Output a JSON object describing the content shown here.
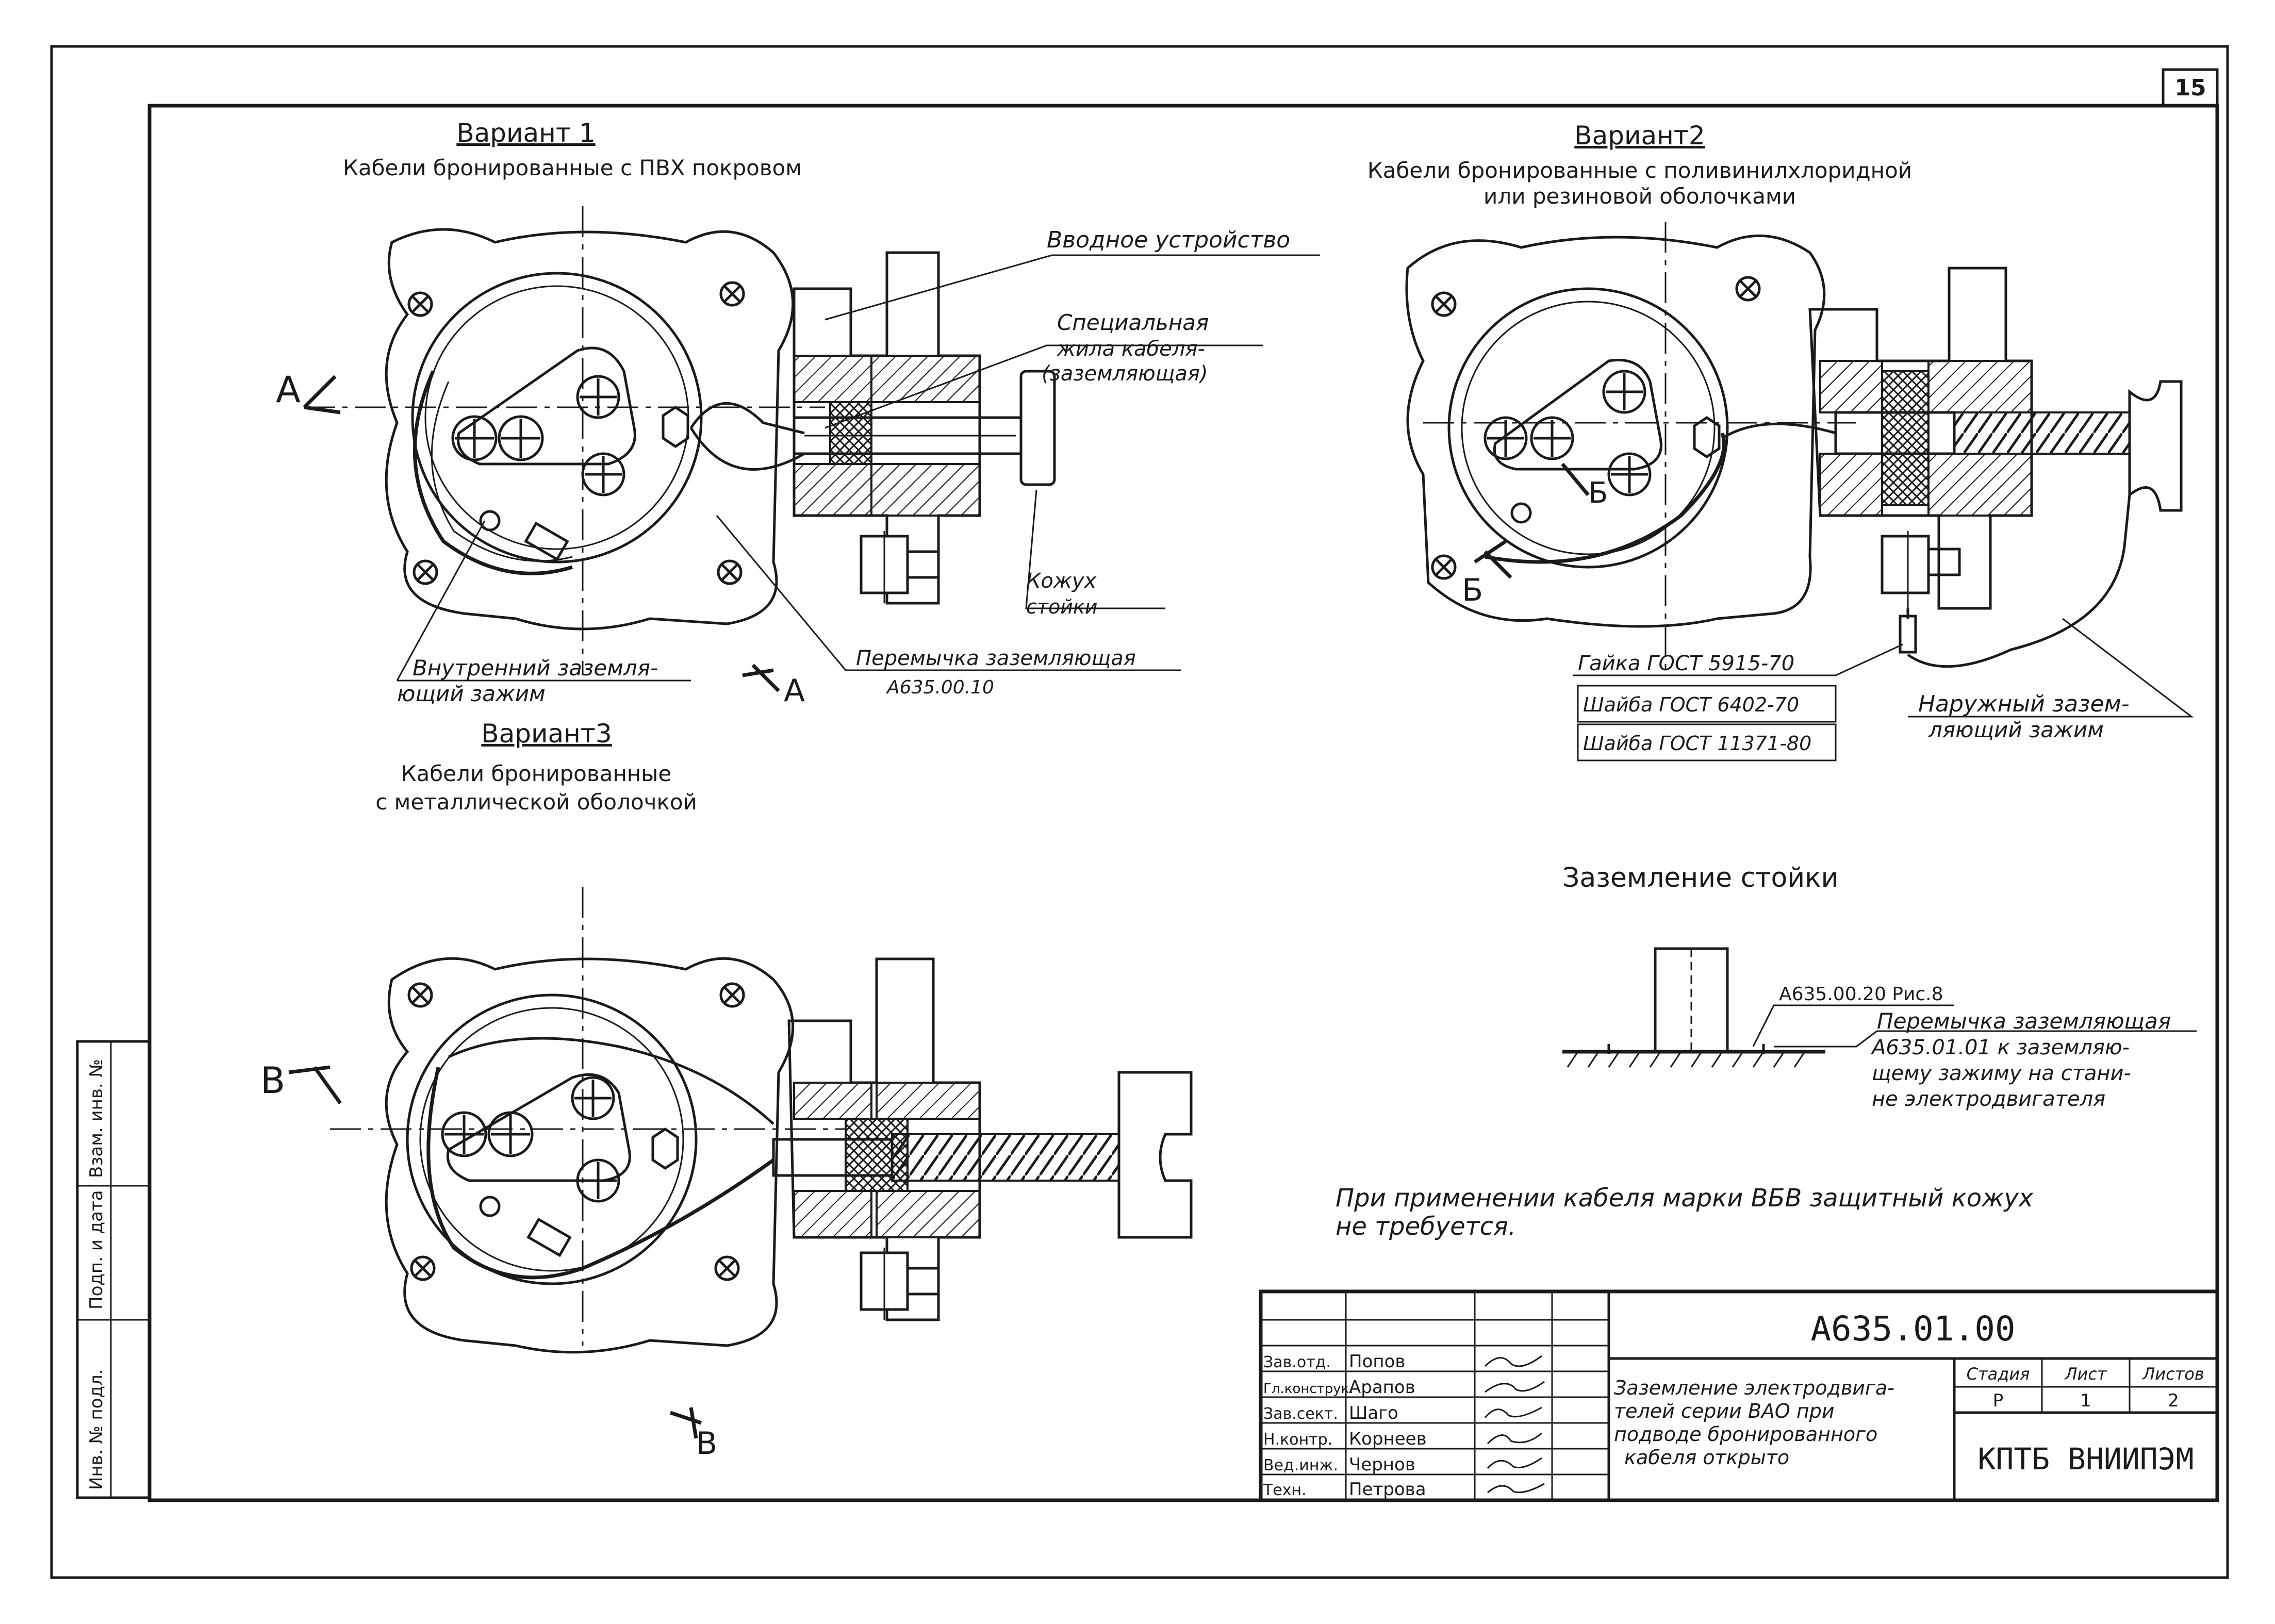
{
  "sheet": {
    "page_number": "15",
    "colors": {
      "ink": "#1a1a1a",
      "paper": "#ffffff"
    }
  },
  "variants": {
    "v1": {
      "heading": "Вариант 1",
      "caption": "Кабели бронированные с ПВХ покровом",
      "section_mark": "А"
    },
    "v2": {
      "heading": "Вариант2",
      "caption_line1": "Кабели бронированные с поливинилхлоридной",
      "caption_line2": "или резиновой оболочками",
      "section_mark": "Б"
    },
    "v3": {
      "heading": "Вариант3",
      "caption_line1": "Кабели бронированные",
      "caption_line2": "с металлической оболочкой",
      "section_mark": "В"
    }
  },
  "callouts": {
    "input_device": "Вводное устройство",
    "special_core_1": "Специальная",
    "special_core_2": "жила кабеля-",
    "special_core_3": "(заземляющая)",
    "casing_1": "Кожух",
    "casing_2": "стойки",
    "internal_clamp_1": "Внутренний заземля-",
    "internal_clamp_2": "ющий зажим",
    "jumper_1": "Перемычка заземляющая",
    "jumper_2": "А635.00.10",
    "nut": "Гайка ГОСТ 5915-70",
    "washer1": "Шайба ГОСТ 6402-70",
    "washer2": "Шайба ГОСТ 11371-80",
    "external_clamp_1": "Наружный зазем-",
    "external_clamp_2": "ляющий зажим"
  },
  "grounding": {
    "title": "Заземление стойки",
    "ref": "А635.00.20 Рис.8",
    "jumper_1": "Перемычка заземляющая",
    "jumper_2": "А635.01.01 к заземляю-",
    "jumper_3": "щему зажиму на стани-",
    "jumper_4": "не электродвигателя"
  },
  "note": {
    "line1": "При применении кабеля марки ВБВ защитный кожух",
    "line2": "не требуется."
  },
  "side_stamp": {
    "c1": "Инв. № подл.",
    "c2": "Подп. и дата",
    "c3": "Взам. инв. №"
  },
  "title_block": {
    "doc_number": "А635.01.00",
    "title_1": "Заземление электродвига-",
    "title_2": "телей серии ВАО при",
    "title_3": "подводе бронированного",
    "title_4": "кабеля открыто",
    "stage_label": "Стадия",
    "sheet_label": "Лист",
    "sheets_label": "Листов",
    "stage": "Р",
    "sheet": "1",
    "sheets": "2",
    "org": "КПТБ ВНИИПЭМ",
    "roles": [
      {
        "role": "Зав.отд.",
        "name": "Попов"
      },
      {
        "role": "Гл.конструк.",
        "name": "Арапов"
      },
      {
        "role": "Зав.сект.",
        "name": "Шаго"
      },
      {
        "role": "Н.контр.",
        "name": "Корнеев"
      },
      {
        "role": "Вед.инж.",
        "name": "Чернов"
      },
      {
        "role": "Техн.",
        "name": "Петрова"
      }
    ]
  }
}
